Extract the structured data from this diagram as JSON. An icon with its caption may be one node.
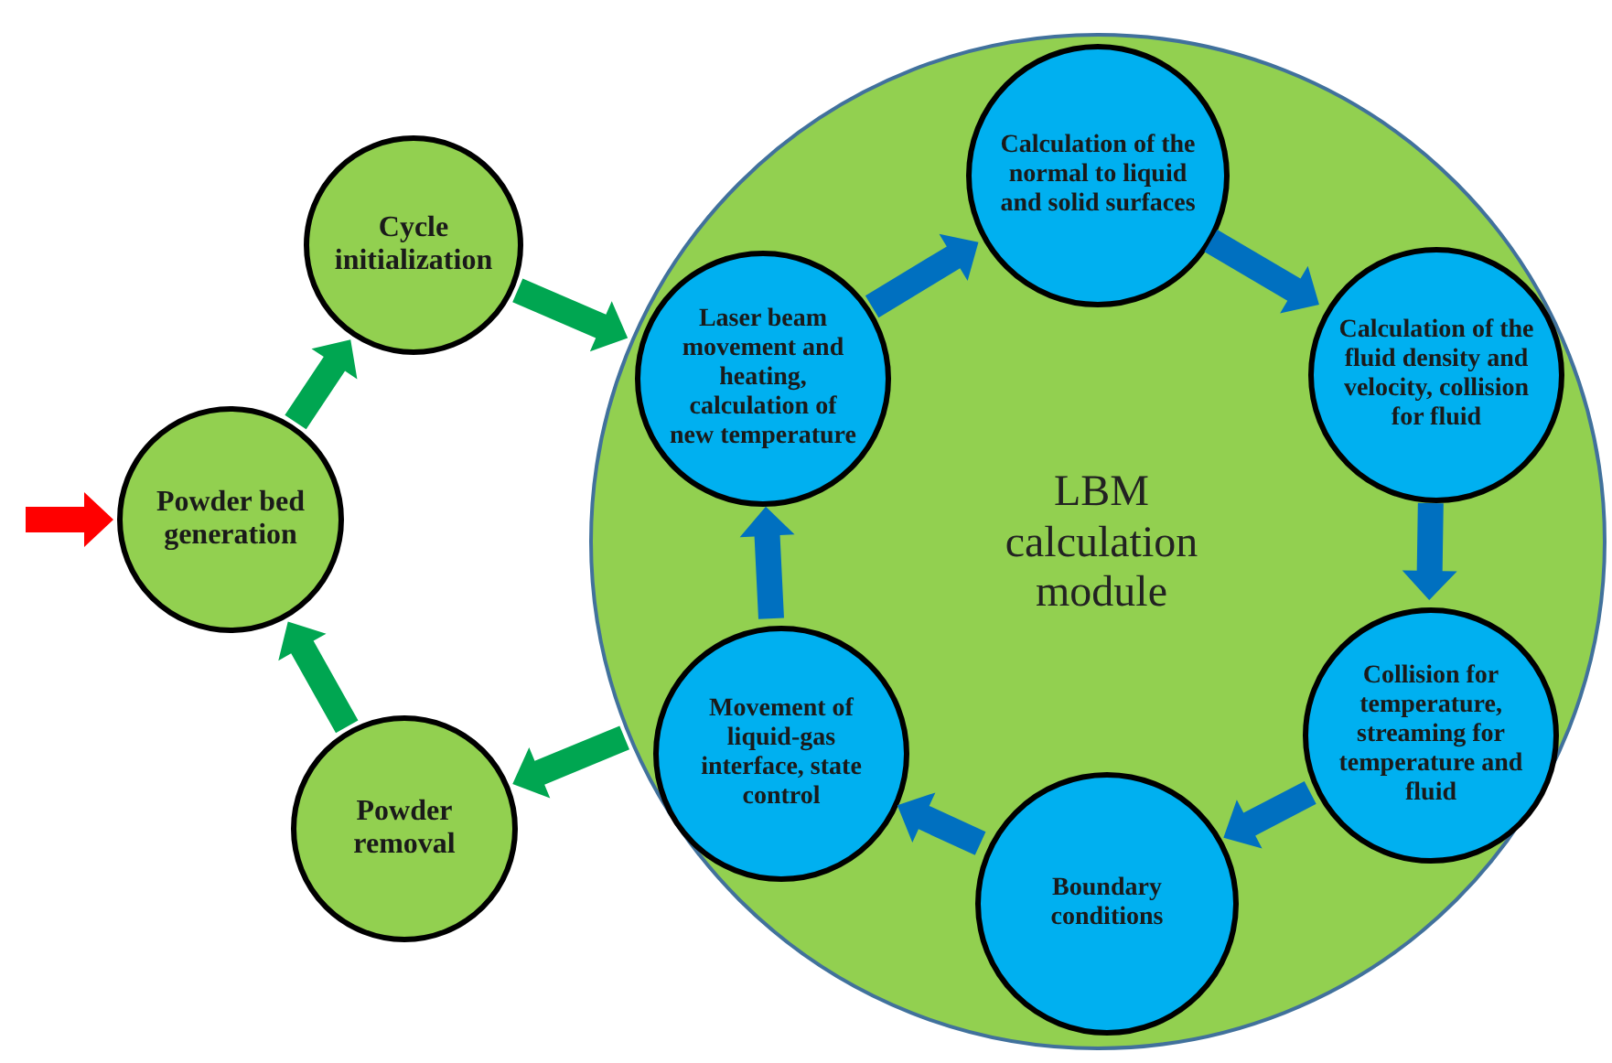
{
  "diagram": {
    "nodes": [
      {
        "text": [
          "Powder bed generation"
        ]
      },
      {
        "text": [
          "Cycle initialization"
        ]
      },
      {
        "text": [
          "LBM calculation module"
        ]
      },
      {
        "text": [
          "Laser beam movement and heating, calculation of new temperature"
        ],
        "in": 2
      },
      {
        "text": [
          "Calculation of the normal to liquid and solid surfaces"
        ],
        "in": 2
      },
      {
        "text": [
          "Calculation of the fluid density and velocity, collision for fluid"
        ],
        "in": 2
      },
      {
        "text": [
          "Collision for temperature, streaming for temperature and fluid"
        ],
        "in": 2
      },
      {
        "text": [
          "Boundary conditions"
        ],
        "in": 2
      },
      {
        "text": [
          "Movement of liquid-gas interface, state control"
        ],
        "in": 2
      },
      {
        "text": [
          "Powder removal"
        ]
      }
    ],
    "edges": [
      {
        "from": null,
        "to": 0,
        "arrow": "to",
        "color": "#ff0000"
      },
      {
        "from": 0,
        "to": 1,
        "arrow": "to",
        "color": "#00a651"
      },
      {
        "from": 1,
        "to": 2,
        "arrow": "to",
        "color": "#00a651"
      },
      {
        "from": 3,
        "to": 4,
        "arrow": "to"
      },
      {
        "from": 4,
        "to": 5,
        "arrow": "to"
      },
      {
        "from": 5,
        "to": 6,
        "arrow": "to"
      },
      {
        "from": 6,
        "to": 7,
        "arrow": "to"
      },
      {
        "from": 7,
        "to": 8,
        "arrow": "to"
      },
      {
        "from": 8,
        "to": 3,
        "arrow": "to"
      },
      {
        "from": 2,
        "to": 9,
        "arrow": "to",
        "color": "#00a651"
      },
      {
        "from": 9,
        "to": 0,
        "arrow": "to",
        "color": "#00a651"
      }
    ]
  }
}
